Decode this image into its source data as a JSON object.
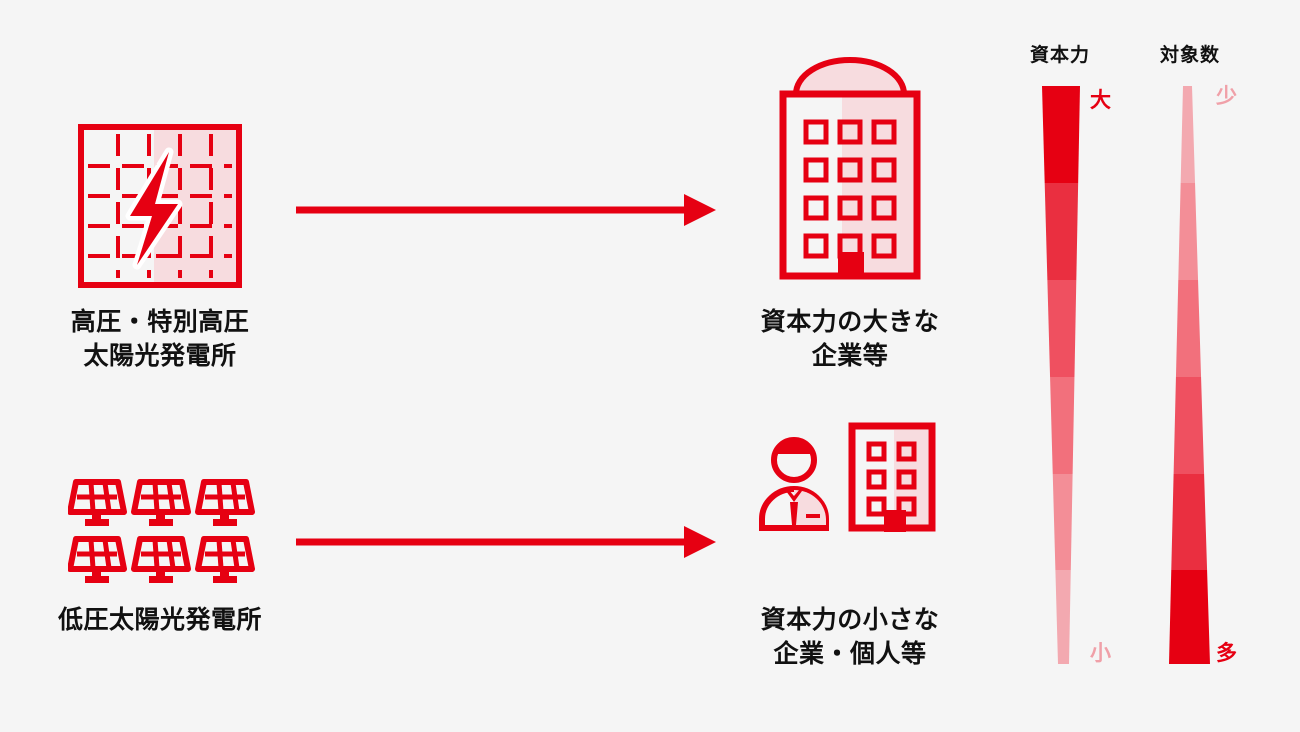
{
  "page": {
    "background_color": "#f5f5f5",
    "primary_red": "#e60012",
    "text_color": "#111111",
    "pale_red": "#f7dcdf"
  },
  "flow": {
    "rows": [
      {
        "source": {
          "icon": "solar-farm-grid-icon",
          "caption": "高圧・特別高圧\n太陽光発電所"
        },
        "arrow": {
          "icon": "right-arrow-icon",
          "direction": "right"
        },
        "target": {
          "icon": "large-office-building-icon",
          "caption": "資本力の大きな\n企業等"
        }
      },
      {
        "source": {
          "icon": "solar-panels-group-icon",
          "caption": "低圧太陽光発電所"
        },
        "arrow": {
          "icon": "right-arrow-icon",
          "direction": "right"
        },
        "target": {
          "icon": "small-building-person-icon",
          "caption": "資本力の小さな\n企業・個人等"
        }
      }
    ]
  },
  "scales": [
    {
      "id": "capital-strength",
      "title": "資本力",
      "top_label": "大",
      "bottom_label": "小",
      "top_label_color": "#e60012",
      "bottom_label_color": "#f0a0a8",
      "orientation": "wide-top",
      "steps": [
        {
          "color": "#e60012"
        },
        {
          "color": "#ea2f40"
        },
        {
          "color": "#ef5060"
        },
        {
          "color": "#f2707c"
        },
        {
          "color": "#f38e97"
        },
        {
          "color": "#f3a9b0"
        }
      ]
    },
    {
      "id": "target-count",
      "title": "対象数",
      "top_label": "少",
      "bottom_label": "多",
      "top_label_color": "#f0a0a8",
      "bottom_label_color": "#e60012",
      "orientation": "wide-bottom",
      "steps": [
        {
          "color": "#f3a9b0"
        },
        {
          "color": "#f38e97"
        },
        {
          "color": "#f2707c"
        },
        {
          "color": "#ef5060"
        },
        {
          "color": "#ea2f40"
        },
        {
          "color": "#e60012"
        }
      ]
    }
  ]
}
